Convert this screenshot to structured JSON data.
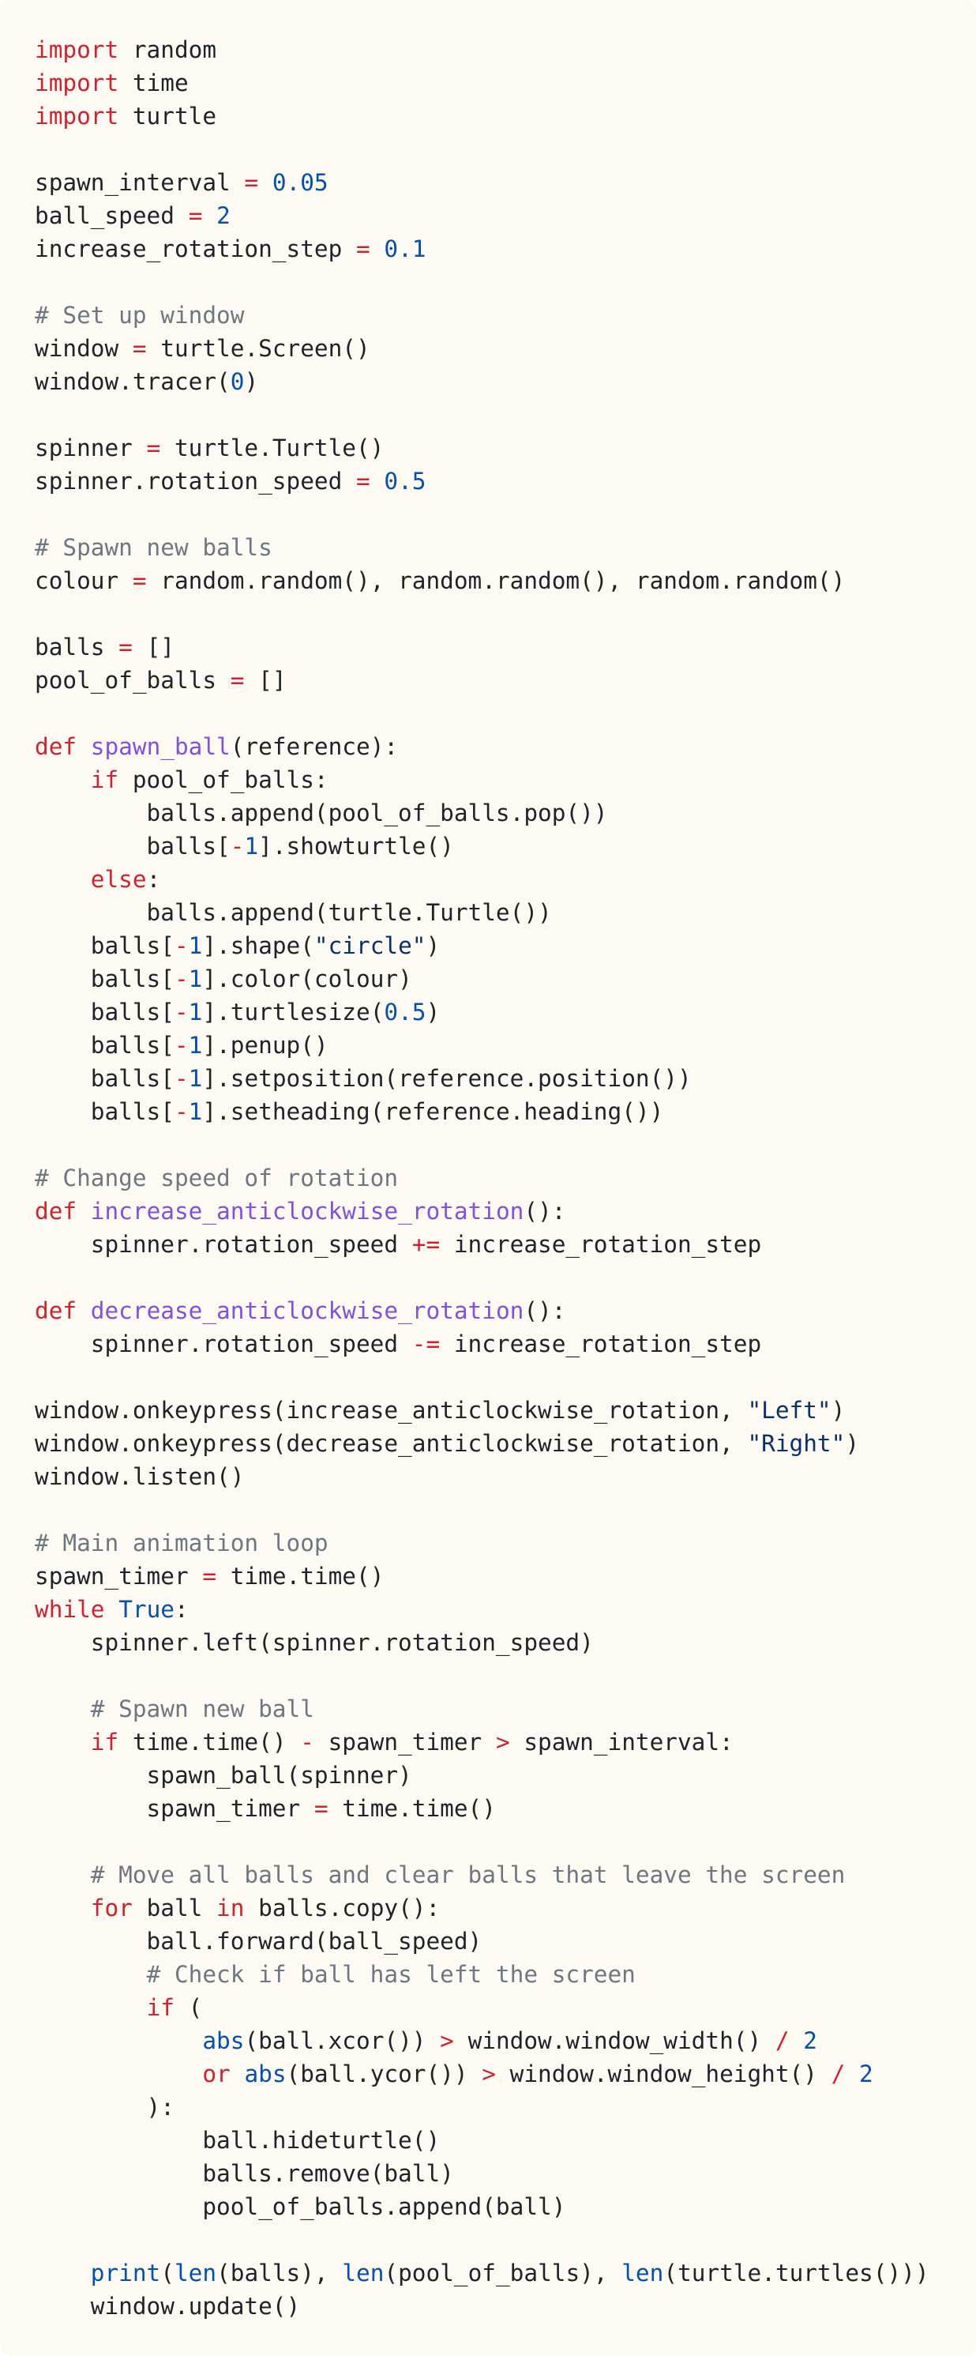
{
  "editor": {
    "language": "python",
    "theme_colors": {
      "background": "#fdfaf3",
      "text": "#1f2328",
      "keyword": "#cf222e",
      "operator": "#cf222e",
      "number": "#0550ae",
      "builtin": "#0550ae",
      "string": "#0a3069",
      "function": "#8250df",
      "comment": "#6e7781"
    },
    "lines": [
      [
        [
          "kw",
          "import"
        ],
        [
          "plain",
          " random"
        ]
      ],
      [
        [
          "kw",
          "import"
        ],
        [
          "plain",
          " time"
        ]
      ],
      [
        [
          "kw",
          "import"
        ],
        [
          "plain",
          " turtle"
        ]
      ],
      [],
      [
        [
          "plain",
          "spawn_interval "
        ],
        [
          "op",
          "="
        ],
        [
          "plain",
          " "
        ],
        [
          "num",
          "0.05"
        ]
      ],
      [
        [
          "plain",
          "ball_speed "
        ],
        [
          "op",
          "="
        ],
        [
          "plain",
          " "
        ],
        [
          "num",
          "2"
        ]
      ],
      [
        [
          "plain",
          "increase_rotation_step "
        ],
        [
          "op",
          "="
        ],
        [
          "plain",
          " "
        ],
        [
          "num",
          "0.1"
        ]
      ],
      [],
      [
        [
          "comment",
          "# Set up window"
        ]
      ],
      [
        [
          "plain",
          "window "
        ],
        [
          "op",
          "="
        ],
        [
          "plain",
          " turtle.Screen()"
        ]
      ],
      [
        [
          "plain",
          "window.tracer("
        ],
        [
          "num",
          "0"
        ],
        [
          "plain",
          ")"
        ]
      ],
      [],
      [
        [
          "plain",
          "spinner "
        ],
        [
          "op",
          "="
        ],
        [
          "plain",
          " turtle.Turtle()"
        ]
      ],
      [
        [
          "plain",
          "spinner.rotation_speed "
        ],
        [
          "op",
          "="
        ],
        [
          "plain",
          " "
        ],
        [
          "num",
          "0.5"
        ]
      ],
      [],
      [
        [
          "comment",
          "# Spawn new balls"
        ]
      ],
      [
        [
          "plain",
          "colour "
        ],
        [
          "op",
          "="
        ],
        [
          "plain",
          " random.random(), random.random(), random.random()"
        ]
      ],
      [],
      [
        [
          "plain",
          "balls "
        ],
        [
          "op",
          "="
        ],
        [
          "plain",
          " []"
        ]
      ],
      [
        [
          "plain",
          "pool_of_balls "
        ],
        [
          "op",
          "="
        ],
        [
          "plain",
          " []"
        ]
      ],
      [],
      [
        [
          "kw",
          "def"
        ],
        [
          "plain",
          " "
        ],
        [
          "fn",
          "spawn_ball"
        ],
        [
          "plain",
          "(reference):"
        ]
      ],
      [
        [
          "plain",
          "    "
        ],
        [
          "kw",
          "if"
        ],
        [
          "plain",
          " pool_of_balls:"
        ]
      ],
      [
        [
          "plain",
          "        balls.append(pool_of_balls.pop())"
        ]
      ],
      [
        [
          "plain",
          "        balls["
        ],
        [
          "op",
          "-"
        ],
        [
          "num",
          "1"
        ],
        [
          "plain",
          "].showturtle()"
        ]
      ],
      [
        [
          "plain",
          "    "
        ],
        [
          "kw",
          "else"
        ],
        [
          "plain",
          ":"
        ]
      ],
      [
        [
          "plain",
          "        balls.append(turtle.Turtle())"
        ]
      ],
      [
        [
          "plain",
          "    balls["
        ],
        [
          "op",
          "-"
        ],
        [
          "num",
          "1"
        ],
        [
          "plain",
          "].shape("
        ],
        [
          "str",
          "\"circle\""
        ],
        [
          "plain",
          ")"
        ]
      ],
      [
        [
          "plain",
          "    balls["
        ],
        [
          "op",
          "-"
        ],
        [
          "num",
          "1"
        ],
        [
          "plain",
          "].color(colour)"
        ]
      ],
      [
        [
          "plain",
          "    balls["
        ],
        [
          "op",
          "-"
        ],
        [
          "num",
          "1"
        ],
        [
          "plain",
          "].turtlesize("
        ],
        [
          "num",
          "0.5"
        ],
        [
          "plain",
          ")"
        ]
      ],
      [
        [
          "plain",
          "    balls["
        ],
        [
          "op",
          "-"
        ],
        [
          "num",
          "1"
        ],
        [
          "plain",
          "].penup()"
        ]
      ],
      [
        [
          "plain",
          "    balls["
        ],
        [
          "op",
          "-"
        ],
        [
          "num",
          "1"
        ],
        [
          "plain",
          "].setposition(reference.position())"
        ]
      ],
      [
        [
          "plain",
          "    balls["
        ],
        [
          "op",
          "-"
        ],
        [
          "num",
          "1"
        ],
        [
          "plain",
          "].setheading(reference.heading())"
        ]
      ],
      [],
      [
        [
          "comment",
          "# Change speed of rotation"
        ]
      ],
      [
        [
          "kw",
          "def"
        ],
        [
          "plain",
          " "
        ],
        [
          "fn",
          "increase_anticlockwise_rotation"
        ],
        [
          "plain",
          "():"
        ]
      ],
      [
        [
          "plain",
          "    spinner.rotation_speed "
        ],
        [
          "op",
          "+="
        ],
        [
          "plain",
          " increase_rotation_step"
        ]
      ],
      [],
      [
        [
          "kw",
          "def"
        ],
        [
          "plain",
          " "
        ],
        [
          "fn",
          "decrease_anticlockwise_rotation"
        ],
        [
          "plain",
          "():"
        ]
      ],
      [
        [
          "plain",
          "    spinner.rotation_speed "
        ],
        [
          "op",
          "-="
        ],
        [
          "plain",
          " increase_rotation_step"
        ]
      ],
      [],
      [
        [
          "plain",
          "window.onkeypress(increase_anticlockwise_rotation, "
        ],
        [
          "str",
          "\"Left\""
        ],
        [
          "plain",
          ")"
        ]
      ],
      [
        [
          "plain",
          "window.onkeypress(decrease_anticlockwise_rotation, "
        ],
        [
          "str",
          "\"Right\""
        ],
        [
          "plain",
          ")"
        ]
      ],
      [
        [
          "plain",
          "window.listen()"
        ]
      ],
      [],
      [
        [
          "comment",
          "# Main animation loop"
        ]
      ],
      [
        [
          "plain",
          "spawn_timer "
        ],
        [
          "op",
          "="
        ],
        [
          "plain",
          " time.time()"
        ]
      ],
      [
        [
          "kw",
          "while"
        ],
        [
          "plain",
          " "
        ],
        [
          "builtin",
          "True"
        ],
        [
          "plain",
          ":"
        ]
      ],
      [
        [
          "plain",
          "    spinner.left(spinner.rotation_speed)"
        ]
      ],
      [],
      [
        [
          "plain",
          "    "
        ],
        [
          "comment",
          "# Spawn new ball"
        ]
      ],
      [
        [
          "plain",
          "    "
        ],
        [
          "kw",
          "if"
        ],
        [
          "plain",
          " time.time() "
        ],
        [
          "op",
          "-"
        ],
        [
          "plain",
          " spawn_timer "
        ],
        [
          "op",
          ">"
        ],
        [
          "plain",
          " spawn_interval:"
        ]
      ],
      [
        [
          "plain",
          "        spawn_ball(spinner)"
        ]
      ],
      [
        [
          "plain",
          "        spawn_timer "
        ],
        [
          "op",
          "="
        ],
        [
          "plain",
          " time.time()"
        ]
      ],
      [],
      [
        [
          "plain",
          "    "
        ],
        [
          "comment",
          "# Move all balls and clear balls that leave the screen"
        ]
      ],
      [
        [
          "plain",
          "    "
        ],
        [
          "kw",
          "for"
        ],
        [
          "plain",
          " ball "
        ],
        [
          "kw",
          "in"
        ],
        [
          "plain",
          " balls.copy():"
        ]
      ],
      [
        [
          "plain",
          "        ball.forward(ball_speed)"
        ]
      ],
      [
        [
          "plain",
          "        "
        ],
        [
          "comment",
          "# Check if ball has left the screen"
        ]
      ],
      [
        [
          "plain",
          "        "
        ],
        [
          "kw",
          "if"
        ],
        [
          "plain",
          " ("
        ]
      ],
      [
        [
          "plain",
          "            "
        ],
        [
          "builtin",
          "abs"
        ],
        [
          "plain",
          "(ball.xcor()) "
        ],
        [
          "op",
          ">"
        ],
        [
          "plain",
          " window.window_width() "
        ],
        [
          "op",
          "/"
        ],
        [
          "plain",
          " "
        ],
        [
          "num",
          "2"
        ]
      ],
      [
        [
          "plain",
          "            "
        ],
        [
          "kw",
          "or"
        ],
        [
          "plain",
          " "
        ],
        [
          "builtin",
          "abs"
        ],
        [
          "plain",
          "(ball.ycor()) "
        ],
        [
          "op",
          ">"
        ],
        [
          "plain",
          " window.window_height() "
        ],
        [
          "op",
          "/"
        ],
        [
          "plain",
          " "
        ],
        [
          "num",
          "2"
        ]
      ],
      [
        [
          "plain",
          "        ):"
        ]
      ],
      [
        [
          "plain",
          "            ball.hideturtle()"
        ]
      ],
      [
        [
          "plain",
          "            balls.remove(ball)"
        ]
      ],
      [
        [
          "plain",
          "            pool_of_balls.append(ball)"
        ]
      ],
      [],
      [
        [
          "plain",
          "    "
        ],
        [
          "builtin",
          "print"
        ],
        [
          "plain",
          "("
        ],
        [
          "builtin",
          "len"
        ],
        [
          "plain",
          "(balls), "
        ],
        [
          "builtin",
          "len"
        ],
        [
          "plain",
          "(pool_of_balls), "
        ],
        [
          "builtin",
          "len"
        ],
        [
          "plain",
          "(turtle.turtles()))"
        ]
      ],
      [
        [
          "plain",
          "    window.update()"
        ]
      ]
    ]
  }
}
